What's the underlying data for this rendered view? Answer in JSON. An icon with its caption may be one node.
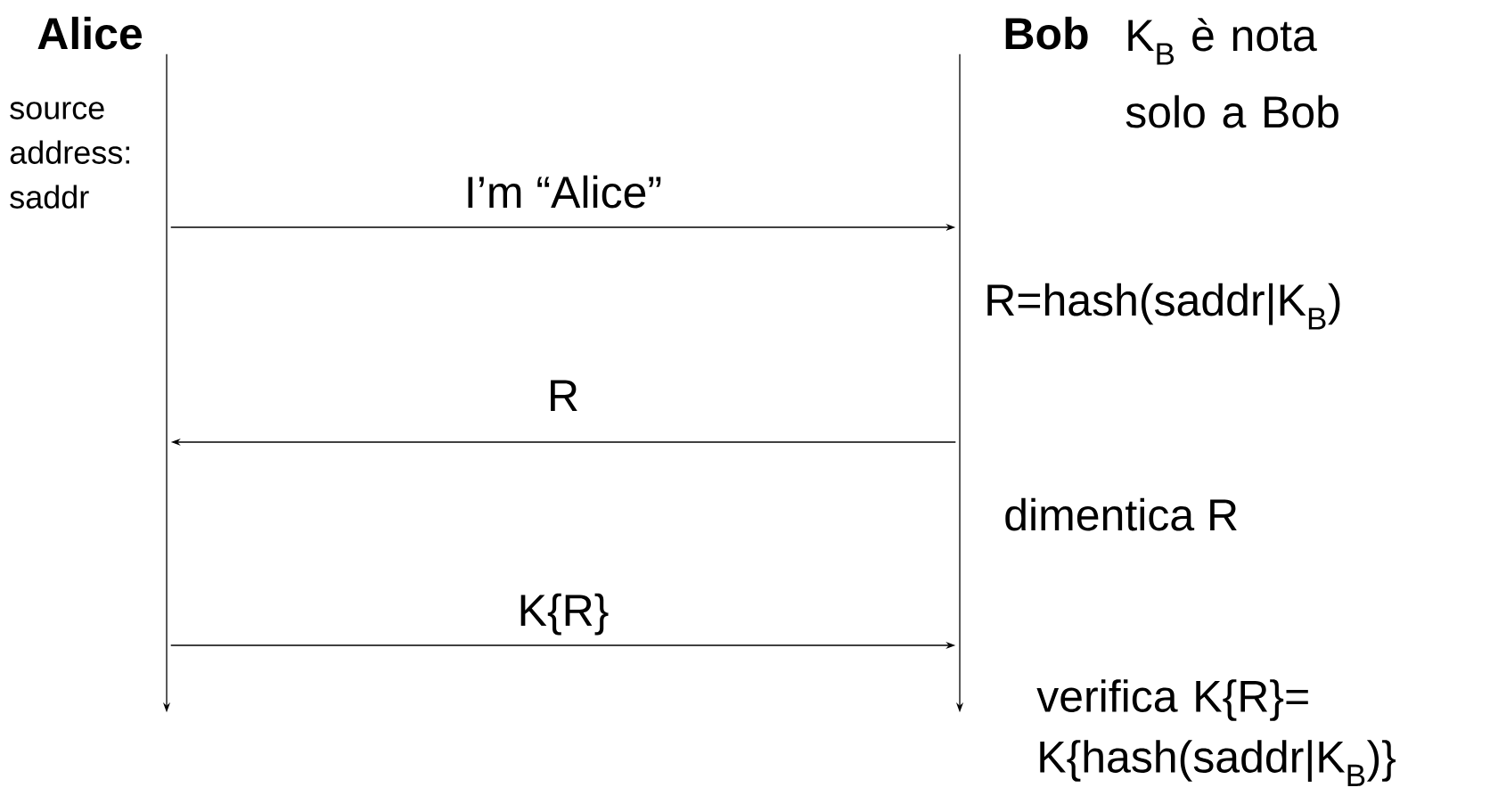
{
  "diagram": {
    "nodes": [
      {
        "text": [
          "Alice"
        ]
      },
      {
        "text": [
          "Bob"
        ]
      },
      {
        "text": [],
        "shape": "line"
      },
      {
        "text": [],
        "shape": "line"
      }
    ],
    "edges": [
      {
        "from": 2,
        "to": 3,
        "arrow": "to",
        "label": "I’m “Alice”"
      },
      {
        "from": 3,
        "to": 2,
        "arrow": "to",
        "label": "R"
      },
      {
        "from": 2,
        "to": 3,
        "arrow": "to",
        "label": "K{R}"
      }
    ],
    "labels": [
      "source address: saddr",
      "K$_{B}$ è nota solo a Bob",
      "R=hash(saddr|K$_{B}$)",
      "dimentica R",
      "verifica K{R}= K{hash(saddr|K$_{B}$)}"
    ]
  }
}
